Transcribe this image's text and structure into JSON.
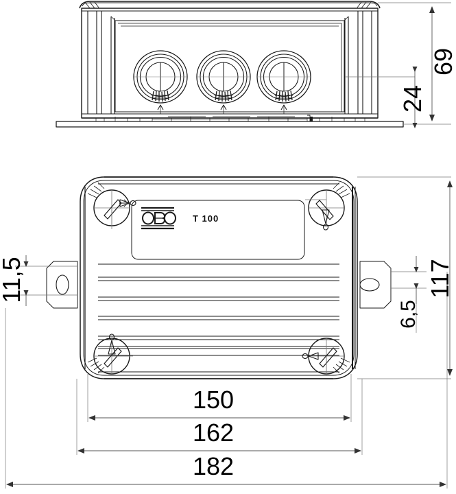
{
  "drawing": {
    "title": "OBO T 100 junction box technical drawing",
    "product_label": {
      "brand": "OBO",
      "model": "T 100"
    },
    "line_color": "#1a1a1a",
    "dim_line_color": "#555555",
    "background": "#ffffff"
  },
  "views": {
    "side_view": {
      "name": "side-elevation-view",
      "features": [
        "three-cable-entry-knockouts",
        "base-flange",
        "ribbed-housing"
      ]
    },
    "bottom_view": {
      "name": "bottom-plan-view",
      "features": [
        "four-corner-screws",
        "two-mounting-ears",
        "horizontal-ribs",
        "label-plate"
      ]
    }
  },
  "dimensions": {
    "height_overall": {
      "value": "69",
      "unit": "mm",
      "orientation": "vertical",
      "view": "side-view"
    },
    "height_base": {
      "value": "24",
      "unit": "mm",
      "orientation": "vertical",
      "view": "side-view"
    },
    "slot_height_left": {
      "value": "11,5",
      "unit": "mm",
      "orientation": "vertical",
      "view": "bottom-view"
    },
    "width_overall_vertical": {
      "value": "117",
      "unit": "mm",
      "orientation": "vertical",
      "view": "bottom-view"
    },
    "slot_height_right": {
      "value": "6,5",
      "unit": "mm",
      "orientation": "vertical",
      "view": "bottom-view"
    },
    "length_inner": {
      "value": "150",
      "unit": "mm",
      "orientation": "horizontal",
      "view": "bottom-view"
    },
    "length_body": {
      "value": "162",
      "unit": "mm",
      "orientation": "horizontal",
      "view": "bottom-view"
    },
    "length_overall": {
      "value": "182",
      "unit": "mm",
      "orientation": "horizontal",
      "view": "bottom-view"
    }
  }
}
